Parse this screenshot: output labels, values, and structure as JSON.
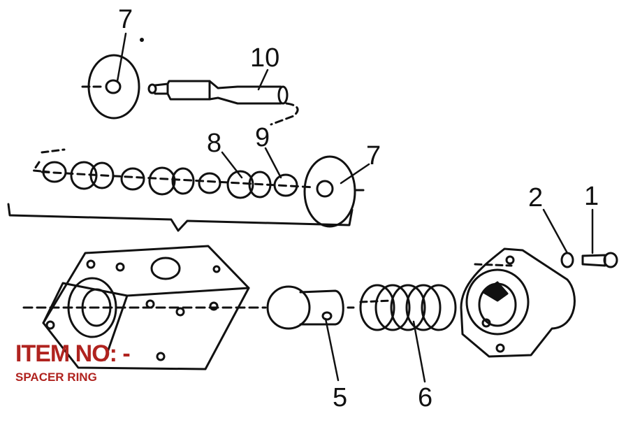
{
  "callouts": {
    "c1": "1",
    "c2": "2",
    "c5": "5",
    "c6": "6",
    "c7_top": "7",
    "c7_right": "7",
    "c8": "8",
    "c9": "9",
    "c10": "10"
  },
  "overlay": {
    "item_no": "ITEM NO: -",
    "description": "SPACER RING",
    "color": "#b0231f"
  }
}
